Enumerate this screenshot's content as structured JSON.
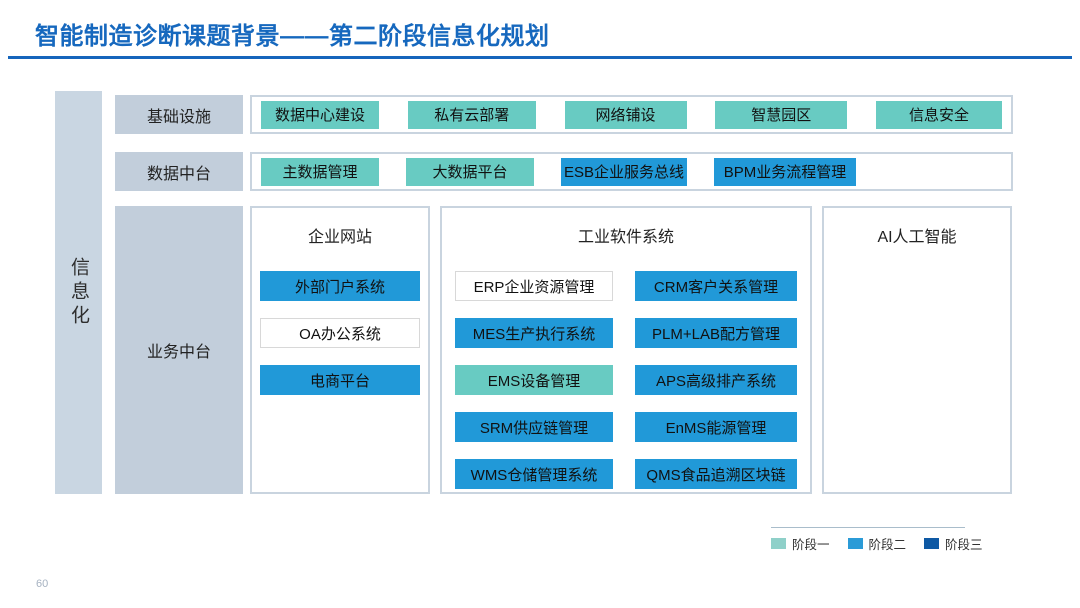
{
  "slide": {
    "title": "智能制造诊断课题背景——第二阶段信息化规划",
    "page_number": "60"
  },
  "sidebar": {
    "label": "信息化"
  },
  "colors": {
    "title": "#1668be",
    "underline": "#1565bc",
    "sidebar_bg": "#c9d6e2",
    "label_bg": "#c2cedb",
    "border": "#c9d4df",
    "phase1": "#68cbc2",
    "phase2": "#2199d8",
    "phase3": "#0e59a4"
  },
  "rows": [
    {
      "label": "基础设施",
      "items": [
        {
          "label": "数据中心建设",
          "phase": "p1"
        },
        {
          "label": "私有云部署",
          "phase": "p1"
        },
        {
          "label": "网络铺设",
          "phase": "p1"
        },
        {
          "label": "智慧园区",
          "phase": "p1"
        },
        {
          "label": "信息安全",
          "phase": "p1"
        }
      ]
    },
    {
      "label": "数据中台",
      "items": [
        {
          "label": "主数据管理",
          "phase": "p1"
        },
        {
          "label": "大数据平台",
          "phase": "p1"
        },
        {
          "label": "ESB企业服务总线",
          "phase": "p2"
        },
        {
          "label": "BPM业务流程管理",
          "phase": "p2"
        }
      ]
    }
  ],
  "business": {
    "label": "业务中台",
    "groups": [
      {
        "title": "企业网站",
        "items": [
          {
            "label": "外部门户系统",
            "phase": "p2"
          },
          {
            "label": "OA办公系统",
            "phase": "white"
          },
          {
            "label": "电商平台",
            "phase": "p2"
          }
        ]
      },
      {
        "title": "工业软件系统",
        "items": [
          {
            "label": "ERP企业资源管理",
            "phase": "white"
          },
          {
            "label": "CRM客户关系管理",
            "phase": "p2"
          },
          {
            "label": "MES生产执行系统",
            "phase": "p2"
          },
          {
            "label": "PLM+LAB配方管理",
            "phase": "p2"
          },
          {
            "label": "EMS设备管理",
            "phase": "p1"
          },
          {
            "label": "APS高级排产系统",
            "phase": "p2"
          },
          {
            "label": "SRM供应链管理",
            "phase": "p2"
          },
          {
            "label": "EnMS能源管理",
            "phase": "p2"
          },
          {
            "label": "WMS仓储管理系统",
            "phase": "p2"
          },
          {
            "label": "QMS食品追溯区块链",
            "phase": "p2"
          }
        ]
      },
      {
        "title": "AI人工智能",
        "items": []
      }
    ]
  },
  "legend": {
    "items": [
      {
        "label": "阶段一",
        "color": "#8fd0c9"
      },
      {
        "label": "阶段二",
        "color": "#2b9bd7"
      },
      {
        "label": "阶段三",
        "color": "#0e59a4"
      }
    ]
  }
}
